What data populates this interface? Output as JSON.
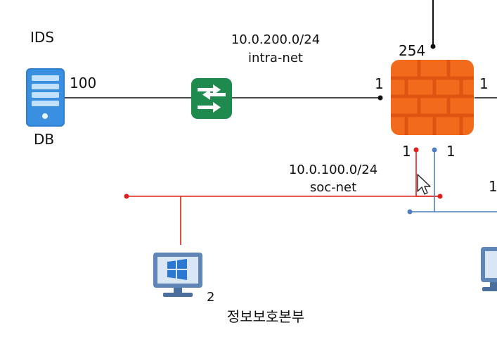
{
  "colors": {
    "link_black": "#111111",
    "link_red": "#e0201c",
    "link_blue": "#4f7fbf",
    "db_blue": "#3a8fe0",
    "switch_green": "#1e8a4e",
    "firewall_orange": "#f26b1d",
    "monitor_blue": "#5f86b8",
    "windows_logo": "#2b78d0"
  },
  "nodes": {
    "ids_label": "IDS",
    "db_label": "DB",
    "db_host": "100",
    "pc_host": "2",
    "pc_label": "정보보호본부"
  },
  "firewall_ports": {
    "top": "254",
    "left": "1",
    "right": "1",
    "bottom_left": "1",
    "bottom_right": "1",
    "far_right": "1"
  },
  "networks": {
    "intra": {
      "subnet": "10.0.200.0/24",
      "name": "intra-net"
    },
    "soc": {
      "subnet": "10.0.100.0/24",
      "name": "soc-net"
    }
  }
}
